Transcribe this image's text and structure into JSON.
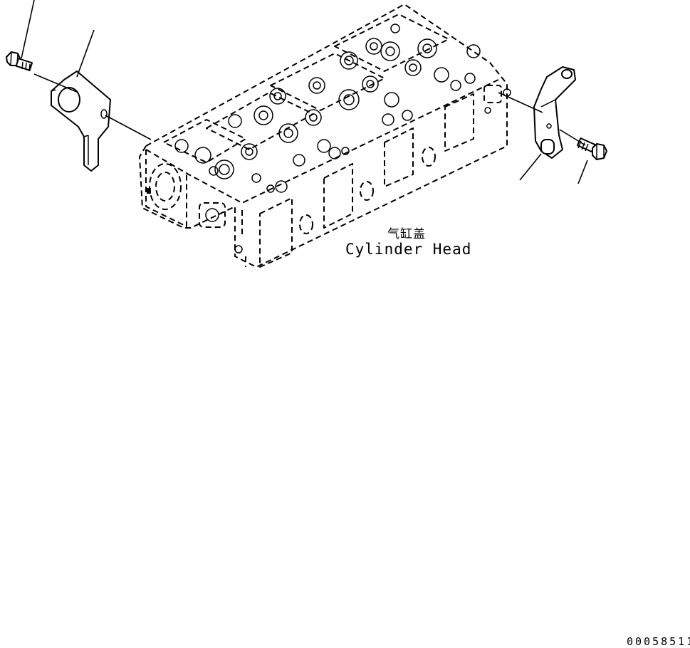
{
  "labels": {
    "part_name_cn": "气缸盖",
    "part_name_en": "Cylinder Head"
  },
  "footer": {
    "drawing_number": "00058511"
  },
  "colors": {
    "line": "#000000",
    "background": "#ffffff"
  }
}
